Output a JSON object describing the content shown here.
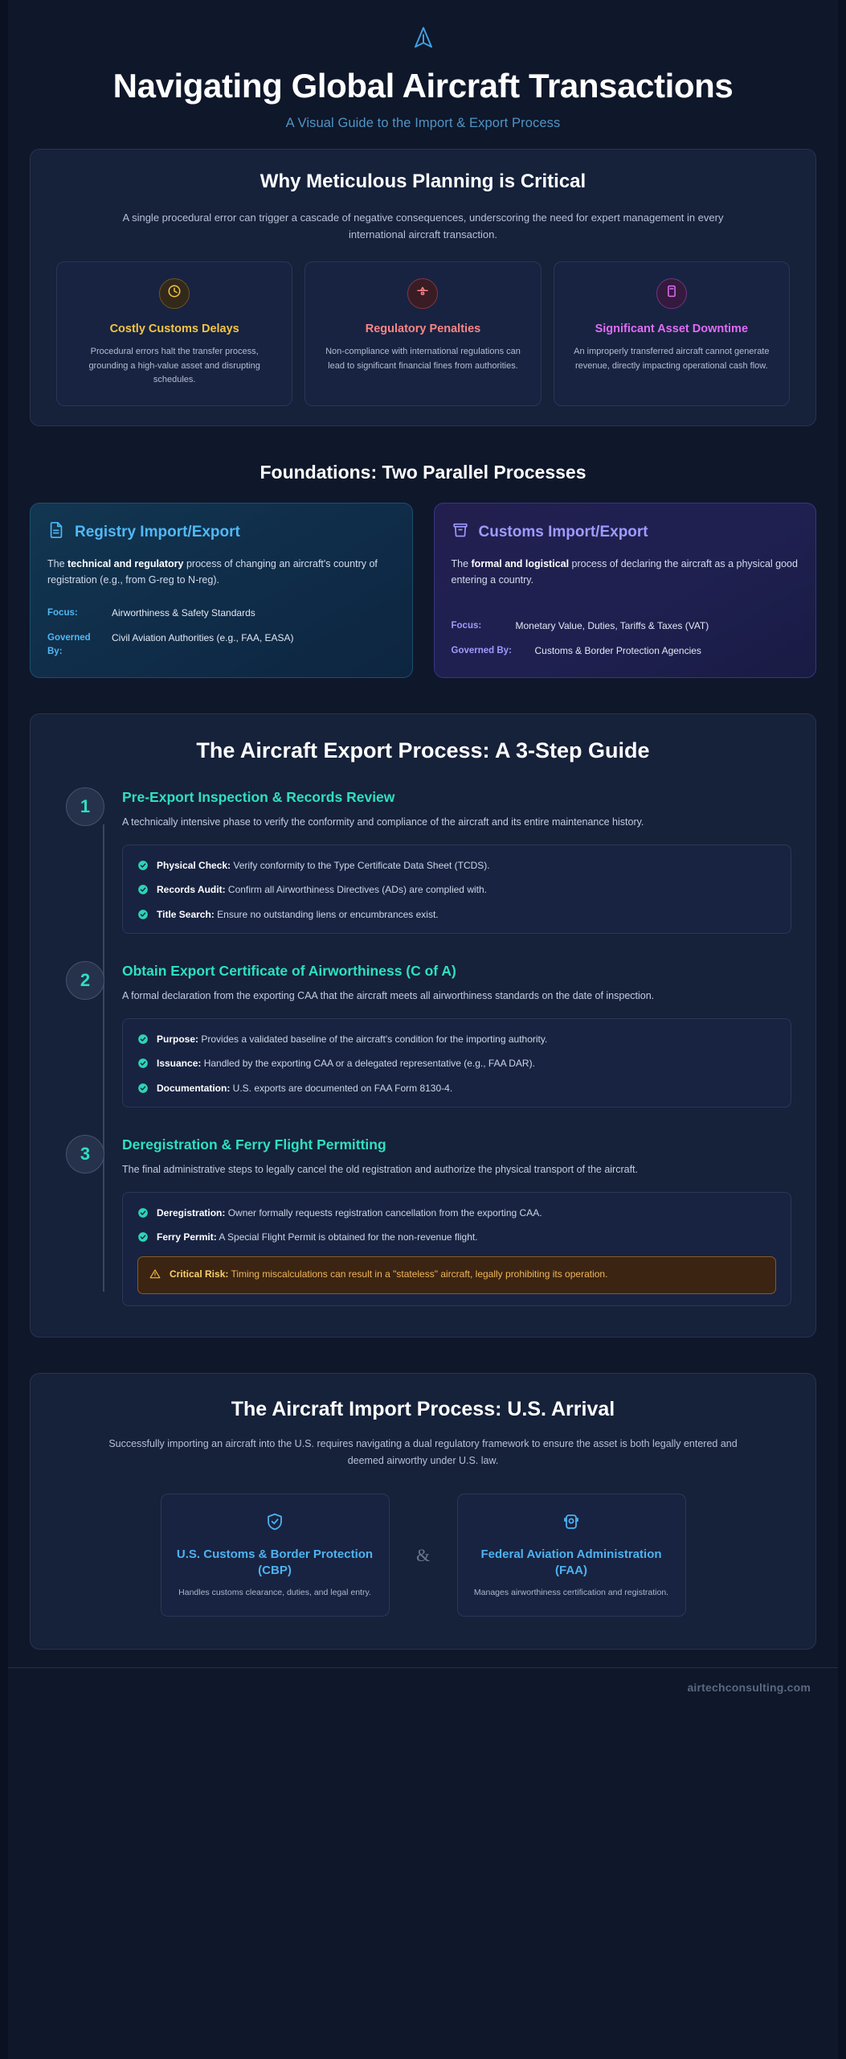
{
  "header": {
    "icon": "navigation-plane-icon",
    "title": "Navigating Global Aircraft Transactions",
    "subtitle": "A Visual Guide to the Import & Export Process"
  },
  "risk_section": {
    "title": "Why Meticulous Planning is Critical",
    "lead": "A single procedural error can trigger a cascade of negative consequences, underscoring the need for expert management in every international aircraft transaction.",
    "cards": [
      {
        "icon": "clock-icon",
        "title": "Costly Customs Delays",
        "desc": "Procedural errors halt the transfer process, grounding a high-value asset and disrupting schedules.",
        "color": "#f5c542",
        "badge_bg": "#33291a",
        "badge_border": "#6b5522"
      },
      {
        "icon": "gavel-icon",
        "title": "Regulatory Penalties",
        "desc": "Non-compliance with international regulations can lead to significant financial fines from authorities.",
        "color": "#fa8585",
        "badge_bg": "#3a1c24",
        "badge_border": "#7d3944"
      },
      {
        "icon": "hangar-door-icon",
        "title": "Significant Asset Downtime",
        "desc": "An improperly transferred aircraft cannot generate revenue, directly impacting operational cash flow.",
        "color": "#e06cf5",
        "badge_bg": "#341a3d",
        "badge_border": "#6d3580"
      }
    ]
  },
  "foundations": {
    "title": "Foundations: Two Parallel Processes",
    "cards": [
      {
        "icon": "document-icon",
        "name": "Registry Import/Export",
        "accent": "#51b8f5",
        "desc_pre": "The ",
        "desc_bold": "technical and regulatory",
        "desc_post": " process of changing an aircraft's country of registration (e.g., from G-reg to N-reg).",
        "focus_label": "Focus:",
        "focus_value": "Airworthiness & Safety Standards",
        "governed_label": "Governed By:",
        "governed_value": "Civil Aviation Authorities (e.g., FAA, EASA)"
      },
      {
        "icon": "crate-icon",
        "name": "Customs Import/Export",
        "accent": "#9f9bff",
        "desc_pre": "The ",
        "desc_bold": "formal and logistical",
        "desc_post": " process of declaring the aircraft as a physical good entering a country.",
        "focus_label": "Focus:",
        "focus_value": "Monetary Value, Duties, Tariffs & Taxes (VAT)",
        "governed_label": "Governed By:",
        "governed_value": "Customs & Border Protection Agencies"
      }
    ]
  },
  "export_process": {
    "title": "The Aircraft Export Process: A 3-Step Guide",
    "steps": [
      {
        "number": "1",
        "title": "Pre-Export Inspection & Records Review",
        "desc": "A technically intensive phase to verify the conformity and compliance of the aircraft and its entire maintenance history.",
        "details": [
          {
            "label": "Physical Check:",
            "text": " Verify conformity to the Type Certificate Data Sheet (TCDS)."
          },
          {
            "label": "Records Audit:",
            "text": " Confirm all Airworthiness Directives (ADs) are complied with."
          },
          {
            "label": "Title Search:",
            "text": " Ensure no outstanding liens or encumbrances exist."
          }
        ],
        "warning": null
      },
      {
        "number": "2",
        "title": "Obtain Export Certificate of Airworthiness (C of A)",
        "desc": "A formal declaration from the exporting CAA that the aircraft meets all airworthiness standards on the date of inspection.",
        "details": [
          {
            "label": "Purpose:",
            "text": " Provides a validated baseline of the aircraft's condition for the importing authority."
          },
          {
            "label": "Issuance:",
            "text": " Handled by the exporting CAA or a delegated representative (e.g., FAA DAR)."
          },
          {
            "label": "Documentation:",
            "text": " U.S. exports are documented on FAA Form 8130-4."
          }
        ],
        "warning": null
      },
      {
        "number": "3",
        "title": "Deregistration & Ferry Flight Permitting",
        "desc": "The final administrative steps to legally cancel the old registration and authorize the physical transport of the aircraft.",
        "details": [
          {
            "label": "Deregistration:",
            "text": " Owner formally requests registration cancellation from the exporting CAA."
          },
          {
            "label": "Ferry Permit:",
            "text": " A Special Flight Permit is obtained for the non-revenue flight."
          }
        ],
        "warning": {
          "icon": "warning-triangle-icon",
          "label": "Critical Risk:",
          "text": " Timing miscalculations can result in a \"stateless\" aircraft, legally prohibiting its operation."
        }
      }
    ]
  },
  "import_process": {
    "title": "The Aircraft Import Process: U.S. Arrival",
    "lead": "Successfully importing an aircraft into the U.S. requires navigating a dual regulatory framework to ensure the asset is both legally entered and deemed airworthy under U.S. law.",
    "separator": "&",
    "agencies": [
      {
        "icon": "shield-check-icon",
        "name": "U.S. Customs & Border Protection (CBP)",
        "desc": "Handles customs clearance, duties, and legal entry."
      },
      {
        "icon": "aircraft-badge-icon",
        "name": "Federal Aviation Administration (FAA)",
        "desc": "Manages airworthiness certification and registration."
      }
    ]
  },
  "footer": {
    "site": "airtechconsulting.com"
  },
  "theme": {
    "page_bg": "#0f172a",
    "panel_bg": "#16213a",
    "accent_teal": "#2ee0c0",
    "accent_blue": "#4db2f0",
    "warn_amber": "#f0b45a"
  }
}
